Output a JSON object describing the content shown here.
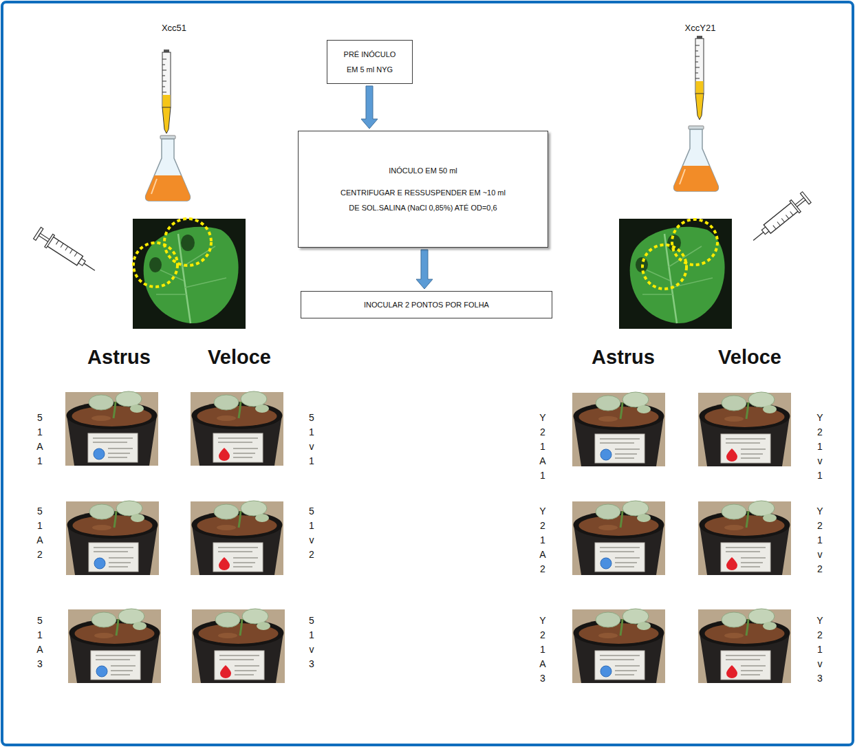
{
  "diagram": {
    "nodes": [
      {
        "text": [
          "PRÉ INÓCULO EM 5 ml NYG"
        ]
      },
      {
        "text": [
          "INÓCULO EM 50 ml",
          "CENTRIFUGAR E RESSUSPENDER EM ~10 ml DE SOL.SALINA (NaCl 0,85%) ATÉ OD=0,6"
        ]
      },
      {
        "text": [
          "INOCULAR 2 PONTOS POR FOLHA"
        ]
      }
    ],
    "edges": [
      {
        "from": 0,
        "to": 1,
        "arrow": "to"
      },
      {
        "from": 1,
        "to": 2,
        "arrow": "to"
      }
    ],
    "labels": [
      "Xcc51",
      "XccY21",
      "Astrus",
      "Veloce",
      "Astrus",
      "Veloce",
      "51A1",
      "51v1",
      "Y21A1",
      "Y21v1",
      "51A2",
      "51v2",
      "Y21A2",
      "Y21v2",
      "51A3",
      "51v3",
      "Y21A3",
      "Y21v3"
    ]
  }
}
